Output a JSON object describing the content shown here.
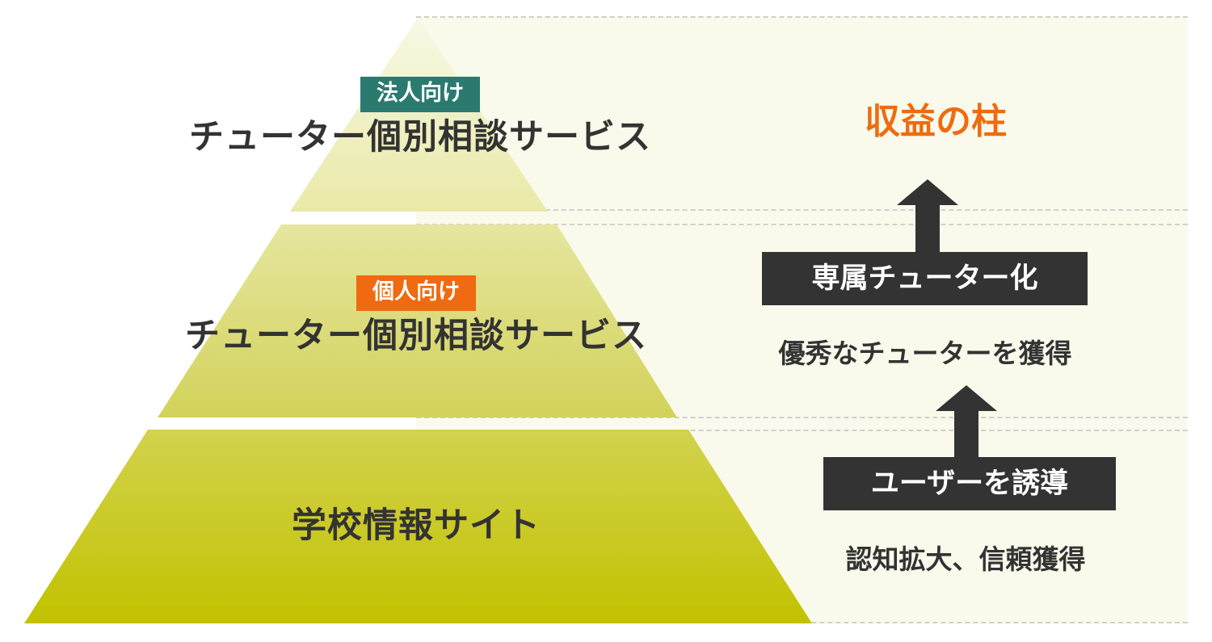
{
  "tiers": [
    {
      "badge": "法人向け",
      "badge_color": "#2b7a6f",
      "title": "チューター個別相談サービス"
    },
    {
      "badge": "個人向け",
      "badge_color": "#ef6a10",
      "title": "チューター個別相談サービス"
    },
    {
      "title": "学校情報サイト"
    }
  ],
  "right": {
    "revenue": "収益の柱",
    "step_top_label": "専属チューター化",
    "step_top_caption": "優秀なチューターを獲得",
    "step_bottom_label": "ユーザーを誘導",
    "step_bottom_caption": "認知拡大、信頼獲得"
  },
  "colors": {
    "revenue_text": "#ee6c10",
    "dark_box": "#333333",
    "panel_bg": "#fafaec",
    "pyramid_light": "#f1f0c8",
    "pyramid_mid": "#dcdc82",
    "pyramid_dark": "#c4c400"
  }
}
